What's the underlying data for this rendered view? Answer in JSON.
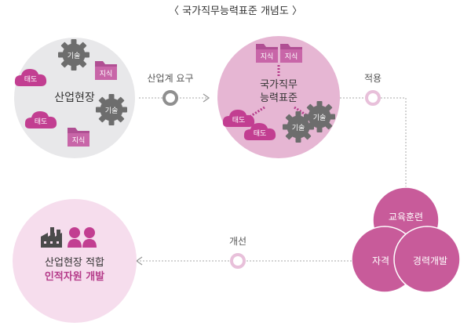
{
  "title": "〈 국가직무능력표준 개념도 〉",
  "industry_site": {
    "label": "산업현장",
    "tag_skill": "기술",
    "tag_knowledge": "지식",
    "tag_attitude": "태도"
  },
  "connector_industry_demand": "산업계 요구",
  "ncs": {
    "label_line1": "국가직무",
    "label_line2": "능력표준",
    "tag_knowledge": "지식",
    "tag_skill": "기술",
    "tag_attitude": "태도"
  },
  "connector_apply": "적용",
  "venn": {
    "education": "교육훈련",
    "qualification": "자격",
    "career": "경력개발"
  },
  "connector_improve": "개선",
  "talent": {
    "label_line1": "산업현장 적합",
    "label_line2": "인적자원 개발"
  },
  "colors": {
    "industry_circle": "#e8e8ea",
    "ncs_circle": "#e6b6d3",
    "talent_circle": "#f6dded",
    "venn_fill": "#c85b9a",
    "accent": "#b53c8a",
    "gear": "#6d6d6d",
    "line": "#aaaaaa"
  }
}
